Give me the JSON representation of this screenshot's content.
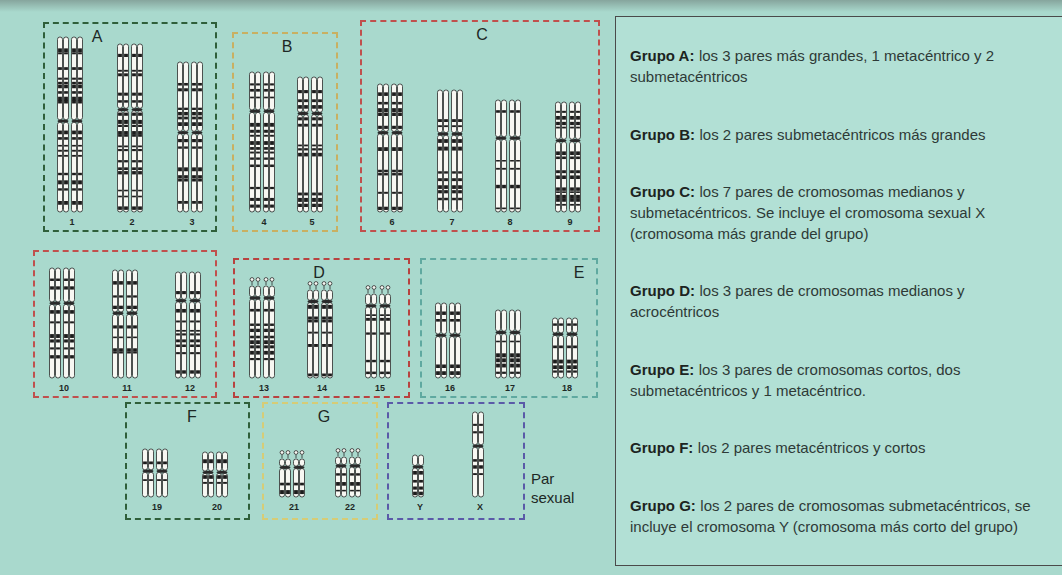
{
  "diagram": {
    "nodes": [
      {
        "text": [
          "A",
          "1",
          "2",
          "3"
        ]
      },
      {
        "text": [
          "B",
          "4",
          "5"
        ]
      },
      {
        "text": [
          "C",
          "6",
          "7",
          "8",
          "9"
        ]
      },
      {
        "text": [
          "10",
          "11",
          "12"
        ]
      },
      {
        "text": [
          "D",
          "13",
          "14",
          "15"
        ]
      },
      {
        "text": [
          "E",
          "16",
          "17",
          "18"
        ]
      },
      {
        "text": [
          "F",
          "19",
          "20"
        ]
      },
      {
        "text": [
          "G",
          "21",
          "22"
        ]
      },
      {
        "text": [
          "Y",
          "X",
          "Par sexual"
        ]
      },
      {
        "text": [
          "Grupo A:",
          "los 3 pares más grandes, 1 metacéntrico y 2 submetacéntricos",
          "Grupo B:",
          "los 2 pares submetacéntricos más grandes",
          "Grupo C:",
          "los 7 pares de cromosomas medianos y submetacéntricos. Se incluye el cromosoma sexual X (cromosoma más grande del grupo)",
          "Grupo D:",
          "los 3 pares de cromosomas medianos y acrocéntricos",
          "Grupo E:",
          "los 3 pares de cromosomas cortos, dos submetacéntricos y 1 metacéntrico.",
          "Grupo F:",
          "los 2 pares metacéntricos y cortos",
          "Grupo G:",
          "los 2 pares de cromosomas submetacéntricos, se incluye el cromosoma Y (cromosoma más corto del grupo)"
        ]
      }
    ]
  }
}
